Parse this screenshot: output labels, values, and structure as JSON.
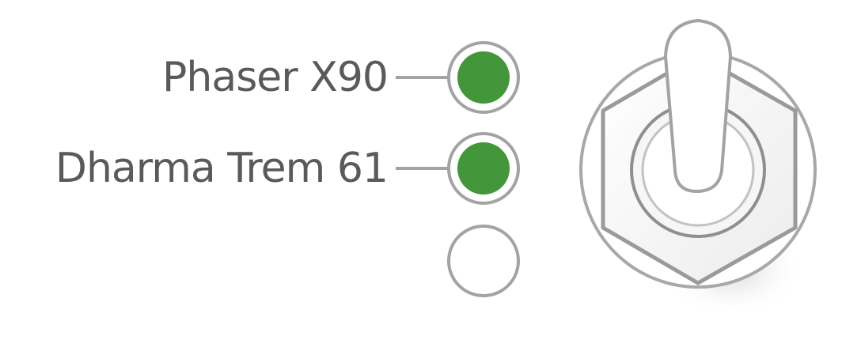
{
  "indicators": [
    {
      "label": "Phaser X90",
      "state": "on",
      "color": "#43963a"
    },
    {
      "label": "Dharma Trem 61",
      "state": "on",
      "color": "#43963a"
    },
    {
      "label": "",
      "state": "off",
      "color": "#ffffff"
    }
  ],
  "toggle_switch": {
    "position": "up"
  }
}
